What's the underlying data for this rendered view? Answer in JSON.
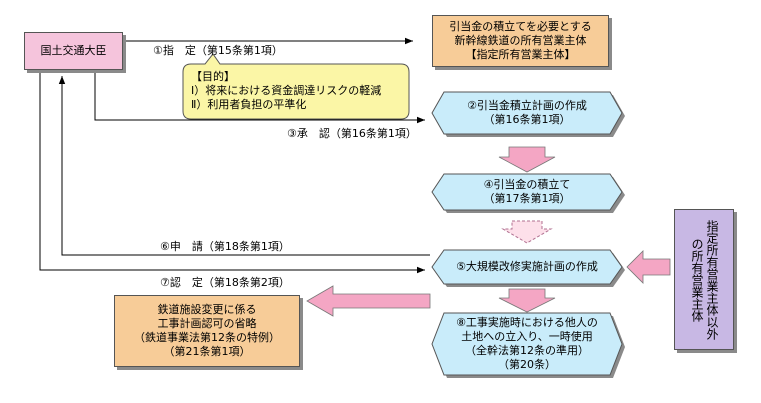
{
  "nodes": {
    "minister": "国土交通大臣",
    "designated_entity": [
      "引当金の積立てを必要とする",
      "新幹線鉄道の所有営業主体",
      "【指定所有営業主体】"
    ],
    "purpose": [
      "【目的】",
      "Ⅰ）将来における資金調達リスクの軽減",
      "Ⅱ）利用者負担の平準化"
    ],
    "plan_creation": [
      "②引当金積立計画の作成",
      "（第16条第1項）"
    ],
    "reserve": [
      "④引当金の積立て",
      "（第17条第1項）"
    ],
    "renovation_plan": "⑤大規模改修実施計画の作成",
    "entry_use": [
      "⑧工事実施時における他人の",
      "土地への立入り、一時使用",
      "（全幹法第12条の準用）",
      "（第20条）"
    ],
    "certification_omission": [
      "鉄道施設変更に係る",
      "工事計画認可の省略",
      "（鉄道事業法第12条の特例）",
      "（第21条第1項）"
    ],
    "other_entities": [
      "指定所有営業主体以外",
      "の所有営業主体"
    ]
  },
  "edges": {
    "designation": "①指　定（第15条第1項）",
    "approval": "③承　認（第16条第1項）",
    "application": "⑥申　請（第18条第1項）",
    "certification": "⑦認　定（第18条第2項）"
  },
  "colors": {
    "minister_fill": "#f5c4dc",
    "entity_fill": "#f7cc98",
    "step_fill": "#c9ecfa",
    "purpose_fill": "#fbf6a6",
    "other_entities_fill": "#c8b8e4",
    "flow_arrow_fill": "#f4a6c4"
  }
}
